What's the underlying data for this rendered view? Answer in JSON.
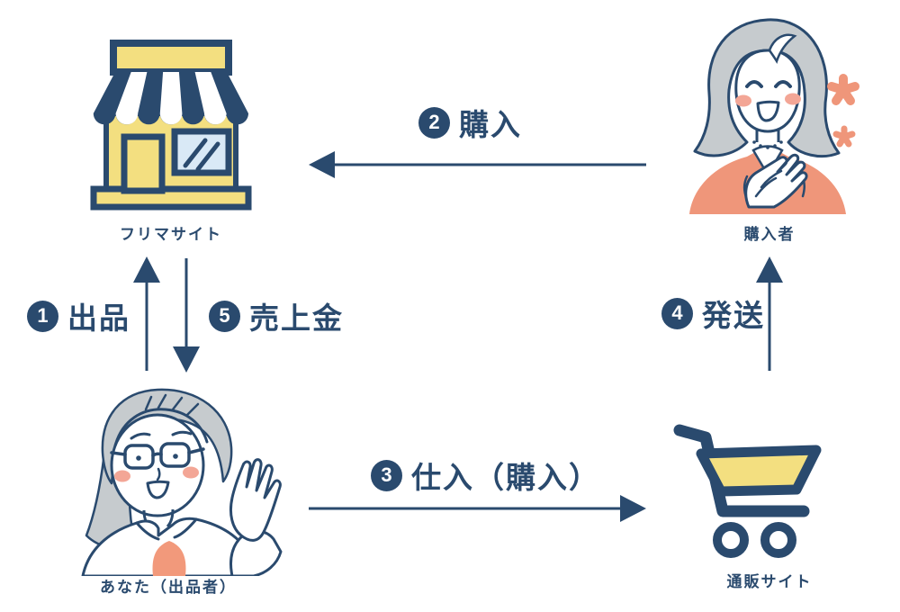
{
  "colors": {
    "navy": "#2a4a6e",
    "yellow": "#f3df80",
    "coral": "#ef967a",
    "gray": "#c6cbce",
    "cheek": "#f3a696",
    "windowblue": "#d9e9f6",
    "innershirt": "#f2997b"
  },
  "nodes": {
    "flea_market": {
      "label": "フリマサイト",
      "icon": "storefront-icon"
    },
    "buyer": {
      "label": "購入者",
      "icon": "happy-woman-illustration"
    },
    "seller": {
      "label": "あなた（出品者）",
      "icon": "waving-woman-glasses-illustration"
    },
    "online_shop": {
      "label": "通販サイト",
      "icon": "shopping-cart-icon"
    }
  },
  "flows": [
    {
      "step": "1",
      "label": "出品",
      "from": "あなた（出品者）",
      "to": "フリマサイト",
      "direction": "up"
    },
    {
      "step": "2",
      "label": "購入",
      "from": "購入者",
      "to": "フリマサイト",
      "direction": "left"
    },
    {
      "step": "3",
      "label": "仕入（購入）",
      "from": "あなた（出品者）",
      "to": "通販サイト",
      "direction": "right"
    },
    {
      "step": "4",
      "label": "発送",
      "from": "通販サイト",
      "to": "購入者",
      "direction": "up"
    },
    {
      "step": "5",
      "label": "売上金",
      "from": "フリマサイト",
      "to": "あなた（出品者）",
      "direction": "down"
    }
  ],
  "decoration": {
    "icon": "sparkles-icon"
  }
}
